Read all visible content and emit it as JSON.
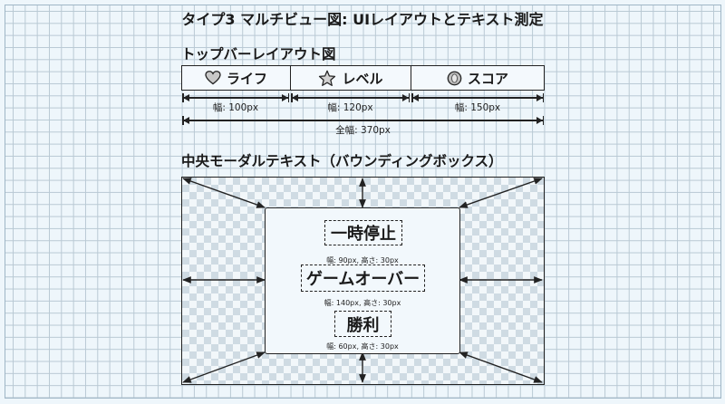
{
  "title": "タイプ3 マルチビュー図: UIレイアウトとテキスト測定",
  "topbar_section": {
    "heading": "トップバーレイアウト図",
    "slots": [
      {
        "icon": "heart-icon",
        "label": "ライフ",
        "width_label": "幅: 100px",
        "width": 100
      },
      {
        "icon": "star-icon",
        "label": "レベル",
        "width_label": "幅: 120px",
        "width": 120
      },
      {
        "icon": "coin-icon",
        "label": "スコア",
        "width_label": "幅: 150px",
        "width": 150
      }
    ],
    "total_label": "全幅: 370px",
    "total_width": 370
  },
  "modal_section": {
    "heading": "中央モーダルテキスト（バウンディングボックス）",
    "texts": [
      {
        "text": "一時停止",
        "size_label": "幅: 90px, 高さ: 30px",
        "width": 90,
        "height": 30
      },
      {
        "text": "ゲームオーバー",
        "size_label": "幅: 140px, 高さ: 30px",
        "width": 140,
        "height": 30
      },
      {
        "text": "勝利",
        "size_label": "幅: 60px, 高さ: 30px",
        "width": 60,
        "height": 30
      }
    ]
  },
  "colors": {
    "background": "#eef6fb",
    "grid": "#b9c9d4",
    "checker": "#cfdbe3",
    "stroke": "#222222",
    "icon_fill": "#c8c8c8"
  }
}
